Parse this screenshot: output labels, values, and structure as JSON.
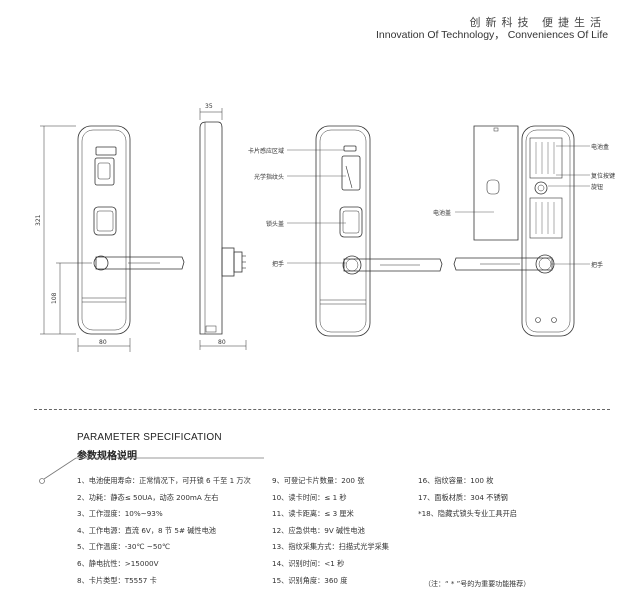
{
  "header": {
    "slogan_cn": "创新科技 便捷生活",
    "slogan_en": "Innovation Of Technology， Conveniences Of Life"
  },
  "drawing": {
    "dimensions": {
      "height": "321",
      "handle_height": "108",
      "width_front": "80",
      "depth": "35",
      "width_side": "80"
    },
    "callouts": {
      "card_area": "卡片感应区域",
      "fingerprint": "光学指纹头",
      "lock_cover": "锁头盖",
      "handle_left": "把手",
      "battery_box": "电池盒",
      "reset_button": "复位按键",
      "knob": "旋钮",
      "battery_cover": "电池盖",
      "handle_right": "把手"
    }
  },
  "params": {
    "title_en": "PARAMETER SPECIFICATION",
    "title_cn": "参数规格说明",
    "col1": [
      "1、电池使用寿命：正常情况下，可开锁 6 千至 1 万次",
      "2、功耗：静态≤ 50UA，动态 200mA 左右",
      "3、工作湿度：10%~93%",
      "4、工作电源：直流 6V，8 节 5# 碱性电池",
      "5、工作温度：-30℃ ~50℃",
      "6、静电抗性：>15000V",
      "8、卡片类型：T5557 卡"
    ],
    "col2": [
      "9、可登记卡片数量：200 张",
      "10、读卡时间：≤ 1 秒",
      "11、读卡距离：≤ 3 厘米",
      "12、应急供电：9V 碱性电池",
      "13、指纹采集方式：扫描式光学采集",
      "14、识别时间：<1 秒",
      "15、识别角度：360 度"
    ],
    "col3": [
      "16、指纹容量：100 枚",
      "17、面板材质：304 不锈钢",
      "*18、隐藏式锁头专业工具开启"
    ],
    "note": "（注：“ * ”号的为重要功能推荐）"
  }
}
